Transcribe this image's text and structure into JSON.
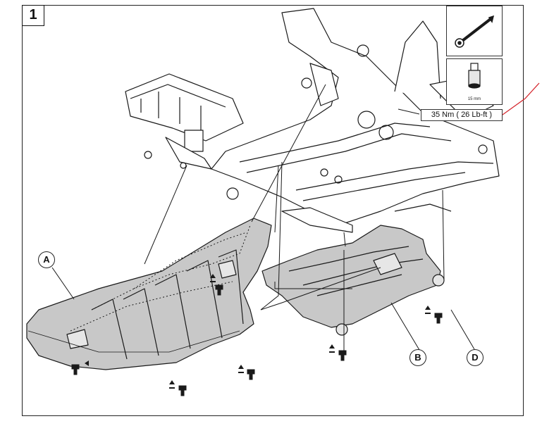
{
  "diagram": {
    "step_number": "1",
    "torque_label": "35 Nm ( 26 Lb-ft )",
    "socket_size": "15 mm",
    "callouts": {
      "a": "A",
      "b": "B",
      "d": "D"
    }
  },
  "tools": {
    "wrench": "ratchet-wrench-icon",
    "socket": "socket-icon"
  },
  "colors": {
    "skid_plate": "#c8c8c8",
    "line": "#1a1a1a",
    "red_leader": "#d4242b"
  }
}
